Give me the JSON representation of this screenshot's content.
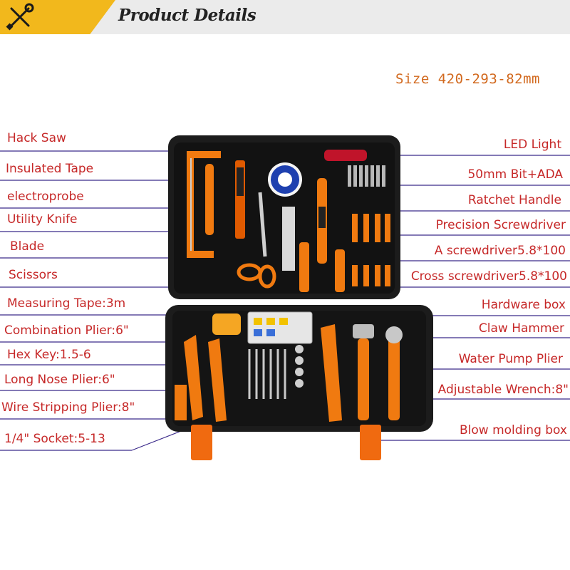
{
  "header": {
    "title": "Product Details",
    "accent_color": "#f2b81c",
    "icon": "wrench-screwdriver-icon"
  },
  "size_text": "Size 420-293-82mm",
  "labels_left": [
    {
      "id": "hack-saw",
      "text": "Hack Saw"
    },
    {
      "id": "insulated-tape",
      "text": "Insulated Tape"
    },
    {
      "id": "electroprobe",
      "text": "electroprobe"
    },
    {
      "id": "utility-knife",
      "text": "Utility Knife"
    },
    {
      "id": "blade",
      "text": "Blade"
    },
    {
      "id": "scissors",
      "text": "Scissors"
    },
    {
      "id": "measuring-tape",
      "text": "Measuring Tape:3m"
    },
    {
      "id": "combination-plier",
      "text": "Combination Plier:6\""
    },
    {
      "id": "hex-key",
      "text": "Hex Key:1.5-6"
    },
    {
      "id": "long-nose-plier",
      "text": "Long Nose Plier:6\""
    },
    {
      "id": "wire-stripping-plier",
      "text": "Wire Stripping Plier:8\""
    },
    {
      "id": "socket",
      "text": "1/4\" Socket:5-13"
    }
  ],
  "labels_right": [
    {
      "id": "led-light",
      "text": "LED Light"
    },
    {
      "id": "bit-ada",
      "text": "50mm Bit+ADA"
    },
    {
      "id": "ratchet-handle",
      "text": "Ratchet Handle"
    },
    {
      "id": "precision-screwdriver",
      "text": "Precision Screwdriver"
    },
    {
      "id": "a-screwdriver",
      "text": "A screwdriver5.8*100"
    },
    {
      "id": "cross-screwdriver",
      "text": "Cross screwdriver5.8*100"
    },
    {
      "id": "hardware-box",
      "text": "Hardware box"
    },
    {
      "id": "claw-hammer",
      "text": "Claw Hammer"
    },
    {
      "id": "water-pump-plier",
      "text": "Water Pump Plier"
    },
    {
      "id": "adjustable-wrench",
      "text": "Adjustable Wrench:8\""
    },
    {
      "id": "blow-molding-box",
      "text": "Blow molding box"
    }
  ],
  "colors": {
    "label_text": "#c62828",
    "size_text": "#d2691e",
    "leader_line": "#3b2a8a",
    "case_body": "#1c1c1c",
    "tool_orange": "#f07a10"
  }
}
